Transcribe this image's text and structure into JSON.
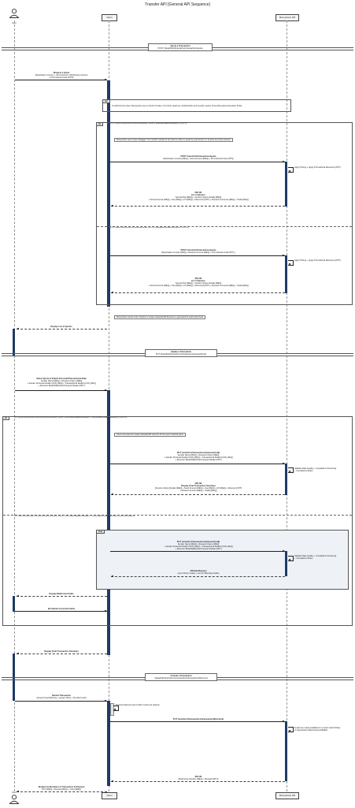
{
  "title": "Transfer API [General API Sequence]",
  "participants": {
    "user": "User",
    "client": "Client",
    "mgi": "MoneyGram API"
  },
  "dividers": {
    "quote": {
      "title": "Quote a Transaction",
      "sub": "POST /{basePath}/{transfer/v1/transactions/quote"
    },
    "update": {
      "title": "Update a Transaction",
      "sub": "PUT /{basePath}/transfer/v1/transactions/{transactionId}"
    },
    "commit": {
      "title": "Commit a Transaction",
      "sub": "/{basePath}/transfer/v1/transactions/{transactionId}/commit"
    }
  },
  "msgs": {
    "request_quote": {
      "l1": "Request a Quote",
      "l2": "(Destination Country + Send Amount OR Receive Amount",
      "l3": "+ Promotional Code [OPT])"
    },
    "display_quotes": "Display List of Quotes",
    "select_quote": {
      "l1": "Select Quote & Submit Personal/Transactional Data",
      "l2": "Sender Name [REQ] + Receiver Name [REQ]",
      "l3": "+ Sender Personal Details [CON_REQ] + Transactional Details [CON_REQ]",
      "l4": "+ Receiver Bank/Wallet/Card Deposit Details [OPT]"
    },
    "display_malformed": "Display Malformed Fields",
    "resubmit": "Re-Submit Corrected Fields",
    "display_final": "Display Final Transaction Summary",
    "submit_tx": {
      "l1": "Submit Transaction",
      "l2": "Accept Fraud Warning + Accept T&Cs + Provide Funds"
    },
    "display_confirm": {
      "l1": "Display Confirmation of Transaction & Payment",
      "l2": "Print [REQ] + Receipt [REQ] + T&Cs [REQ]"
    }
  },
  "opt_block": {
    "tag": "opt",
    "note": "To authorize the Client, MoneyGram uses a OAuth 2.0 token. For further detail see 'Authentication and Security' section of the MoneyGram Developer Portal"
  },
  "alt_quote": {
    "tag": "alt",
    "cond1": "POST /{basePath}/transfer/v1/transactions/quote { sendX = quoteBySendAmountRequest } {200 OK}",
    "cond2": "POST /{basePath}/transfer/v1/transactions/quote { recvX = quoteByReceiveAmountRequest } {200 OK}",
    "note1": "MoneyGram uses a Open Swagger v3.0 ('oneOf') method for the Client to either 1) quote by send amount; or 2) quote by receive amount",
    "call1": {
      "l1": "POST transfer/v1/transactions/quote",
      "l2": "(Destination Country [REQ] + Send Amount [REQ] + Promotional Code [OPT])"
    },
    "self1": {
      "l1": "Apply Pricing + Apply Promotional Discounts [OPT]"
    },
    "resp1": {
      "l1": "200 OK",
      "l2": "List of Quotes:",
      "l3": "Service/Sort [REQ] + Service Option Details [REQ]",
      "l4": "+ Send Amounts [REQ] + Fee [REQ] + FX [REQ] + Discounts [OPT] + Receiver Amounts [REQ] + Totals [REQ]"
    },
    "call2": {
      "l1": "POST transfer/v1/transactions/quote",
      "l2": "(Destination Country [REQ] + Receive Amount [REQ] + Promotional Code [OPT] )"
    },
    "self2": {
      "l1": "Apply Pricing + Apply Promotional Discounts [OPT]"
    },
    "resp2": {
      "l1": "200 OK",
      "l2": "List of Quotes:",
      "l3": "Service/Sort [REQ] + Service Option Details [REQ]",
      "l4": "+ Send Amounts [REQ] + Fee [REQ] + FX [REQ] + Discounts [OPT] + Receiver Amounts [REQ] + Totals [REQ]"
    },
    "note2": "MoneyGram returns a list of Quotes. A unique transactionID Resource is generated for each quote listed"
  },
  "alt_update": {
    "tag": "alt",
    "cond1": "PUT /{basePath}/transfer/v1/transactions/{transactionId} { sendX = transactBySendAmountRequest + transactByReceiveAmountRequest } {200 OK}",
    "cond2": "PUT /{basePath}/transfer/v1/transactions/{transactionId} { sendX = transactBySendAmountRequest + transactByReceiveAmountRequest } {400 Bad Request}",
    "note1": "Client must pass the unique transactionID resource for the user's selected quote",
    "call1": {
      "l1": "PUT transfer/v1/transactions/{transactionId}",
      "l2": "Sender Name [REQ] + Receiver Name [REQ]",
      "l3": "+ Sender Personal Details [CON_REQ] + Transactional Details [CON_REQ]",
      "l4": "+ Receiver Bank/Wallet/Card Deposit Details [OPT]"
    },
    "self1": {
      "l1": "Validate Data Quality + Compliance Screening",
      "l2": "+ Compliance Rules"
    },
    "resp1": {
      "l1": "200 OK",
      "l2": "Display Final Transaction Summary",
      "l3": "(Service Option Details [REQ] + Send Amount [REQ] + Fee [REQ] + FX [REQ] + Discount [OPT]",
      "l4": "+ Receive Amount [REQ] + Totals [REQ])"
    },
    "loop_tag": "loop",
    "call2": {
      "l1": "PUT transfer/v1/transactions/{transactionId}",
      "l2": "Sender Name [REQ] + Receiver Name [REQ]",
      "l3": "+ Sender Personal Details [CON_REQ] + Transactional Details [CON_REQ]",
      "l4": "+ Receiver Bank/Wallet/Card Deposit Details [OPT]"
    },
    "self2": {
      "l1": "Validate Data Quality + Compliance Screening",
      "l2": "+ Compliance Rules"
    },
    "resp2": {
      "l1": "400 Bad Request",
      "l2": "(List of Error Codes + List of Offending Fields)"
    }
  },
  "commit_block": {
    "self_client": {
      "l1": "Process Payment and confirm funds are cleared"
    },
    "call": {
      "l1": "PUT transfer/v1/transactions/{transactionId}/commit"
    },
    "self_mgi": {
      "l1": "Funds are made available for in-store Cash Pickup",
      "l2": "or Deposited to Bank Account/Wallet"
    },
    "resp": {
      "l1": "200 OK",
      "l2": "(Reference Number [REQ] + Receipt [OPT])"
    }
  }
}
